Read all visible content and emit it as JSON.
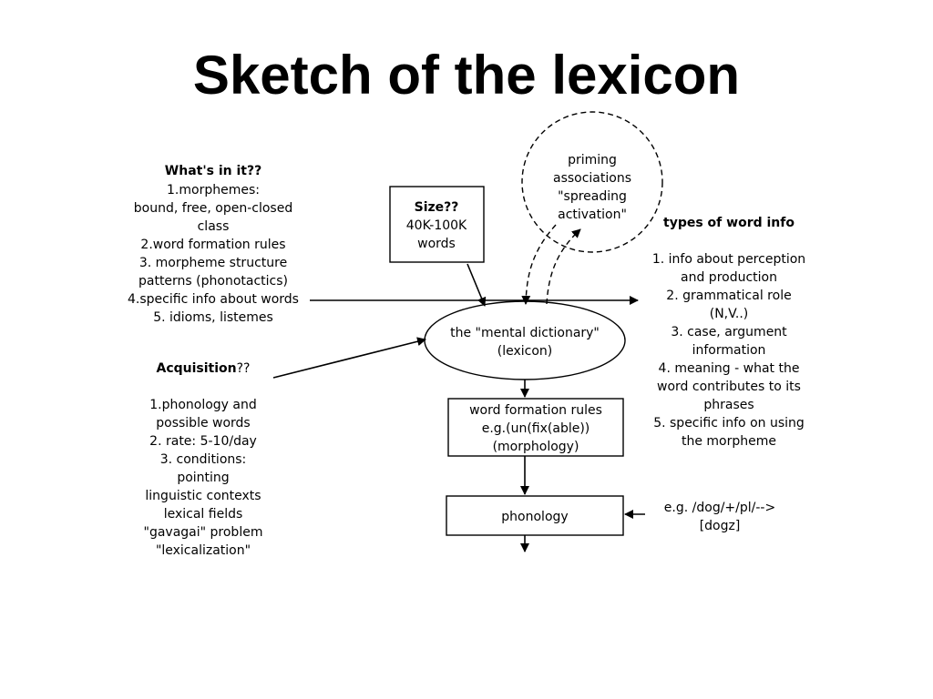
{
  "title": "Sketch of the lexicon",
  "whats_in_it": {
    "heading": "What's in it??",
    "lines": [
      "1.morphemes:",
      "bound, free, open-closed",
      "class",
      "2.word formation rules",
      "3. morpheme structure",
      "patterns (phonotactics)",
      "4.specific info about words",
      "5. idioms, listemes"
    ]
  },
  "size": {
    "heading": "Size??",
    "lines": [
      "40K-100K",
      "words"
    ]
  },
  "priming": {
    "lines": [
      "priming",
      "associations",
      "\"spreading",
      "activation\""
    ]
  },
  "word_info": {
    "heading": "types of word info",
    "lines": [
      "1. info about perception",
      "and production",
      "2. grammatical role",
      "(N,V..)",
      "3. case, argument",
      "information",
      "4. meaning - what the",
      "word contributes to its",
      "phrases",
      "5. specific info on using",
      "the morpheme"
    ]
  },
  "mental_dictionary": {
    "lines": [
      "the \"mental dictionary\"",
      "(lexicon)"
    ]
  },
  "acquisition": {
    "heading_bold": "Acquisition",
    "heading_rest": "??",
    "lines": [
      "1.phonology and",
      "possible words",
      "2. rate: 5-10/day",
      "3. conditions:",
      "pointing",
      "linguistic contexts",
      "lexical fields",
      "\"gavagai\" problem",
      "\"lexicalization\""
    ]
  },
  "word_formation": {
    "lines": [
      "word formation rules",
      "e.g.(un(fix(able))",
      "(morphology)"
    ]
  },
  "phonology": {
    "label": "phonology"
  },
  "example": {
    "lines": [
      "e.g. /dog/+/pl/-->",
      "[dogz]"
    ]
  }
}
